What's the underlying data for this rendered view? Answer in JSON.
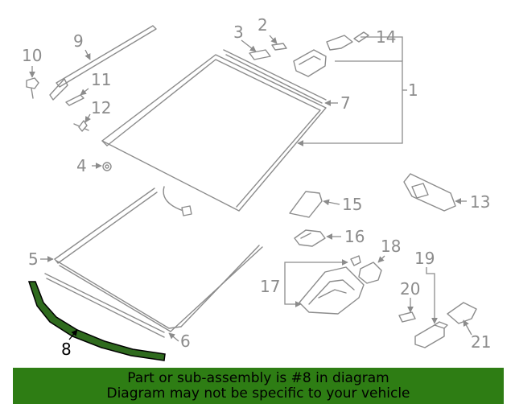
{
  "highlight_color": "#2f6b1e",
  "banner_color": "#2e7d14",
  "callouts": {
    "c1": "1",
    "c2": "2",
    "c3": "3",
    "c4": "4",
    "c5": "5",
    "c6": "6",
    "c7": "7",
    "c8": "8",
    "c9": "9",
    "c10": "10",
    "c11": "11",
    "c12": "12",
    "c13": "13",
    "c14": "14",
    "c15": "15",
    "c16": "16",
    "c17": "17",
    "c18": "18",
    "c19": "19",
    "c20": "20",
    "c21": "21"
  },
  "banner": {
    "line1": "Part or sub-assembly is #8 in diagram",
    "line2": "Diagram may not be specific to your vehicle"
  }
}
